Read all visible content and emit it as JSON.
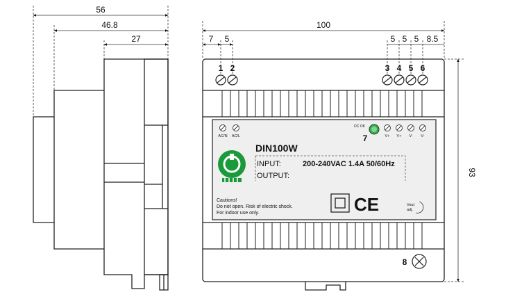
{
  "dimensions": {
    "side_total_width": "56",
    "side_mid_width": "46.8",
    "side_front_width": "27",
    "front_width": "100",
    "left_gap_1": "7",
    "left_gap_2": "5",
    "right_gap_1": "5",
    "right_gap_2": "5",
    "right_gap_3": "5",
    "right_gap_4": "8.5",
    "height": "93"
  },
  "terminals": {
    "t1": "1",
    "t2": "2",
    "t3": "3",
    "t4": "4",
    "t5": "5",
    "t6": "6",
    "t7": "7",
    "t8": "8"
  },
  "label": {
    "acn": "AC/N",
    "acl": "AC/L",
    "dc_ok": "DC OK",
    "vplus1": "V+",
    "vplus2": "V+",
    "vminus1": "V-",
    "vminus2": "V-",
    "model": "DIN100W",
    "input_label": "INPUT:",
    "input_value": "200-240VAC  1.4A  50/60Hz",
    "output_label": "OUTPUT:",
    "cautions_title": "Cautions!",
    "cautions_line1": "Do not open. Risk of electric shock.",
    "cautions_line2": "For indoor use only.",
    "ce_mark": "CE",
    "vout_adj_1": "Vout",
    "vout_adj_2": "adj."
  },
  "colors": {
    "logo_green": "#1a9a3a",
    "led_green": "#2db34a",
    "label_bg": "#efefef",
    "outline": "#222222"
  }
}
